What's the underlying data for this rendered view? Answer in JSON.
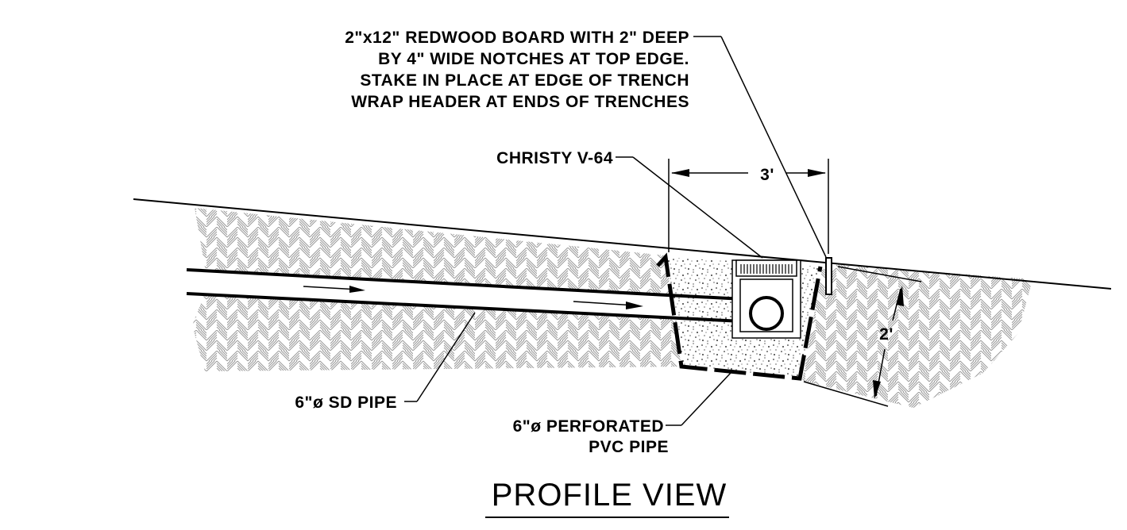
{
  "labels": {
    "redwood_board": [
      "2\"x12\" REDWOOD BOARD WITH 2\" DEEP",
      "BY 4\" WIDE NOTCHES AT TOP EDGE.",
      "STAKE IN PLACE AT EDGE OF TRENCH",
      "WRAP HEADER AT ENDS OF TRENCHES"
    ],
    "christy": "CHRISTY V-64",
    "dim_width": "3'",
    "dim_depth": "2'",
    "sd_pipe": "6\"ø SD PIPE",
    "perforated_pipe": [
      "6\"ø PERFORATED",
      "PVC PIPE"
    ]
  },
  "title": "PROFILE VIEW",
  "colors": {
    "ink": "#000000",
    "hatch": "#9a9a9a",
    "background": "#ffffff"
  }
}
